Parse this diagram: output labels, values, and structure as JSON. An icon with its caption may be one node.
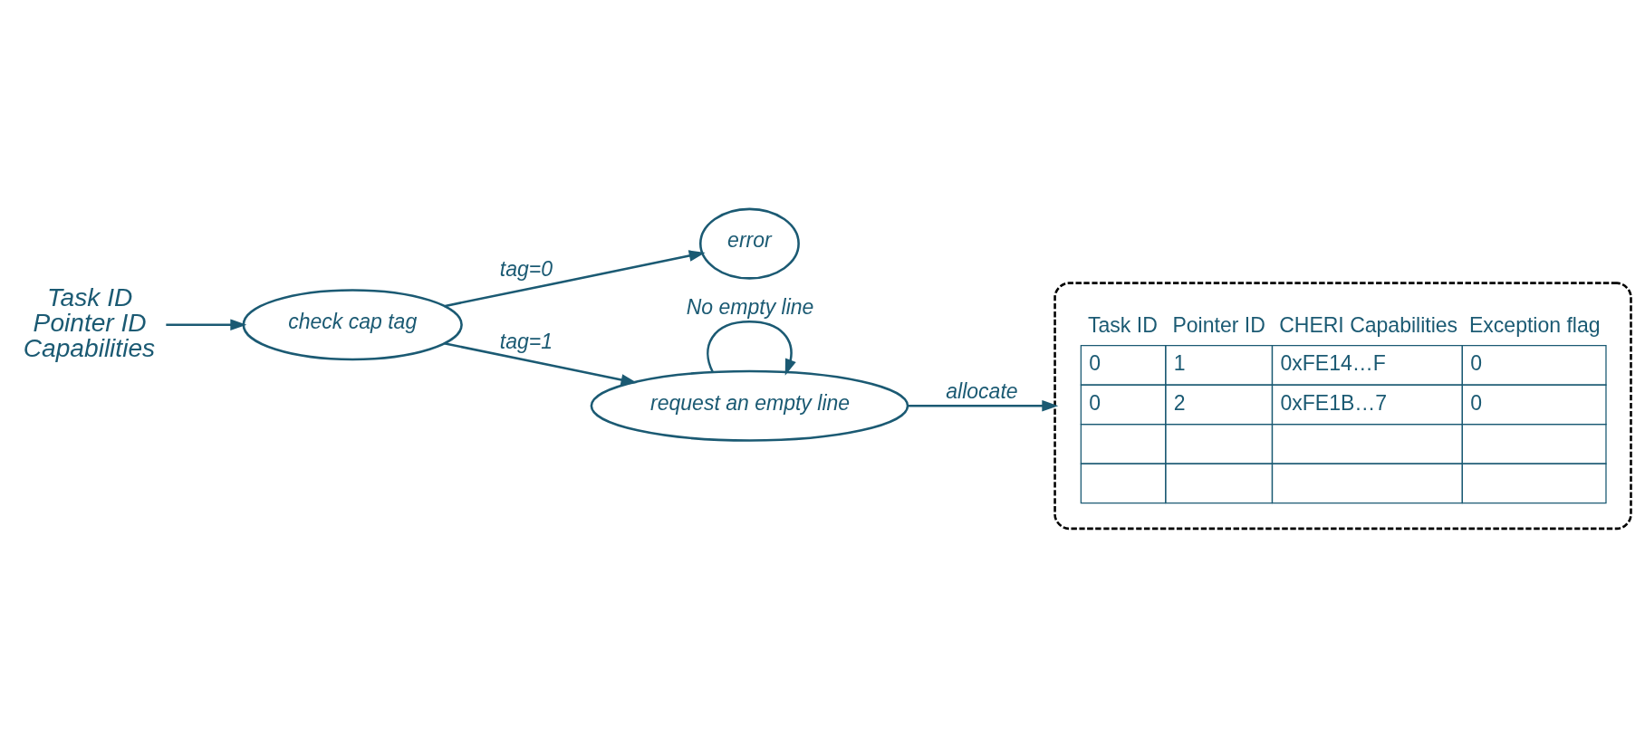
{
  "diagram": {
    "nodes": [
      {
        "text": [
          "Task ID",
          "Pointer ID",
          "Capabilities"
        ]
      },
      {
        "text": [
          "check cap tag"
        ]
      },
      {
        "text": [
          "error"
        ]
      },
      {
        "text": [
          "request an empty line"
        ]
      },
      {
        "text": [
          "Task ID",
          "Pointer ID",
          "CHERI Capabilities",
          "Exception flag",
          "0",
          "1",
          "0xFE14…F",
          "0",
          "0",
          "2",
          "0xFE1B…7",
          "0"
        ]
      }
    ],
    "edges": [
      {
        "from": 0,
        "to": 1,
        "arrow": "to"
      },
      {
        "from": 1,
        "to": 2,
        "arrow": "to",
        "label": "tag=0"
      },
      {
        "from": 1,
        "to": 3,
        "arrow": "to",
        "label": "tag=1"
      },
      {
        "from": 3,
        "to": 3,
        "arrow": "to",
        "label": "No empty line"
      },
      {
        "from": 3,
        "to": 4,
        "arrow": "to",
        "label": "allocate"
      }
    ]
  }
}
